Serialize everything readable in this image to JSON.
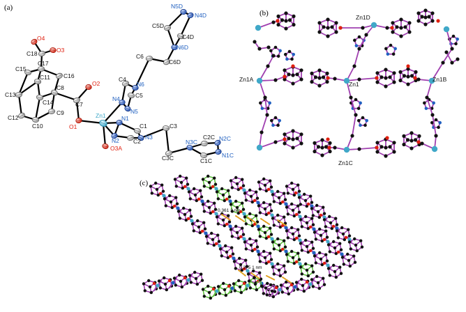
{
  "colors": {
    "oxygen": "#e02010",
    "nitrogen": "#2060c0",
    "zinc": "#40a8c8",
    "carbon_label": "#111111",
    "bond_purple": "#a040b0",
    "bond_green": "#60c040",
    "atom_black": "#111111",
    "hbond": "#e0a020"
  },
  "panels": {
    "a": {
      "label": "(a)",
      "atoms": [
        {
          "id": "O4",
          "el": "O"
        },
        {
          "id": "O3",
          "el": "O"
        },
        {
          "id": "C18",
          "el": "C"
        },
        {
          "id": "C15",
          "el": "C"
        },
        {
          "id": "C17",
          "el": "C"
        },
        {
          "id": "C16",
          "el": "C"
        },
        {
          "id": "C11",
          "el": "C"
        },
        {
          "id": "C13",
          "el": "C"
        },
        {
          "id": "C8",
          "el": "C"
        },
        {
          "id": "O2",
          "el": "O"
        },
        {
          "id": "C7",
          "el": "C"
        },
        {
          "id": "C14",
          "el": "C"
        },
        {
          "id": "C9",
          "el": "C"
        },
        {
          "id": "C12",
          "el": "C"
        },
        {
          "id": "C10",
          "el": "C"
        },
        {
          "id": "O1",
          "el": "O"
        },
        {
          "id": "Zn1",
          "el": "Zn"
        },
        {
          "id": "N1",
          "el": "N"
        },
        {
          "id": "N2",
          "el": "N"
        },
        {
          "id": "O3A",
          "el": "O"
        },
        {
          "id": "N4",
          "el": "N"
        },
        {
          "id": "N5",
          "el": "N"
        },
        {
          "id": "N6",
          "el": "N"
        },
        {
          "id": "C4",
          "el": "C"
        },
        {
          "id": "C5",
          "el": "C"
        },
        {
          "id": "C6",
          "el": "C"
        },
        {
          "id": "C6D",
          "el": "C"
        },
        {
          "id": "N6D",
          "el": "N"
        },
        {
          "id": "C5D",
          "el": "C"
        },
        {
          "id": "C4D",
          "el": "C"
        },
        {
          "id": "N5D",
          "el": "N"
        },
        {
          "id": "N4D",
          "el": "N"
        },
        {
          "id": "C1",
          "el": "C"
        },
        {
          "id": "C2",
          "el": "C"
        },
        {
          "id": "N3",
          "el": "N"
        },
        {
          "id": "C3",
          "el": "C"
        },
        {
          "id": "C3C",
          "el": "C"
        },
        {
          "id": "N3C",
          "el": "N"
        },
        {
          "id": "C2C",
          "el": "C"
        },
        {
          "id": "N2C",
          "el": "N"
        },
        {
          "id": "C1C",
          "el": "C"
        },
        {
          "id": "N1C",
          "el": "N"
        }
      ]
    },
    "b": {
      "label": "(b)",
      "zinc_labels": [
        "Zn1D",
        "Zn1A",
        "Zn1",
        "Zn1B",
        "Zn1C"
      ]
    },
    "c": {
      "label": "(c)",
      "distances": [
        "0.361 3 nm",
        "0.375 1 nm"
      ]
    }
  }
}
